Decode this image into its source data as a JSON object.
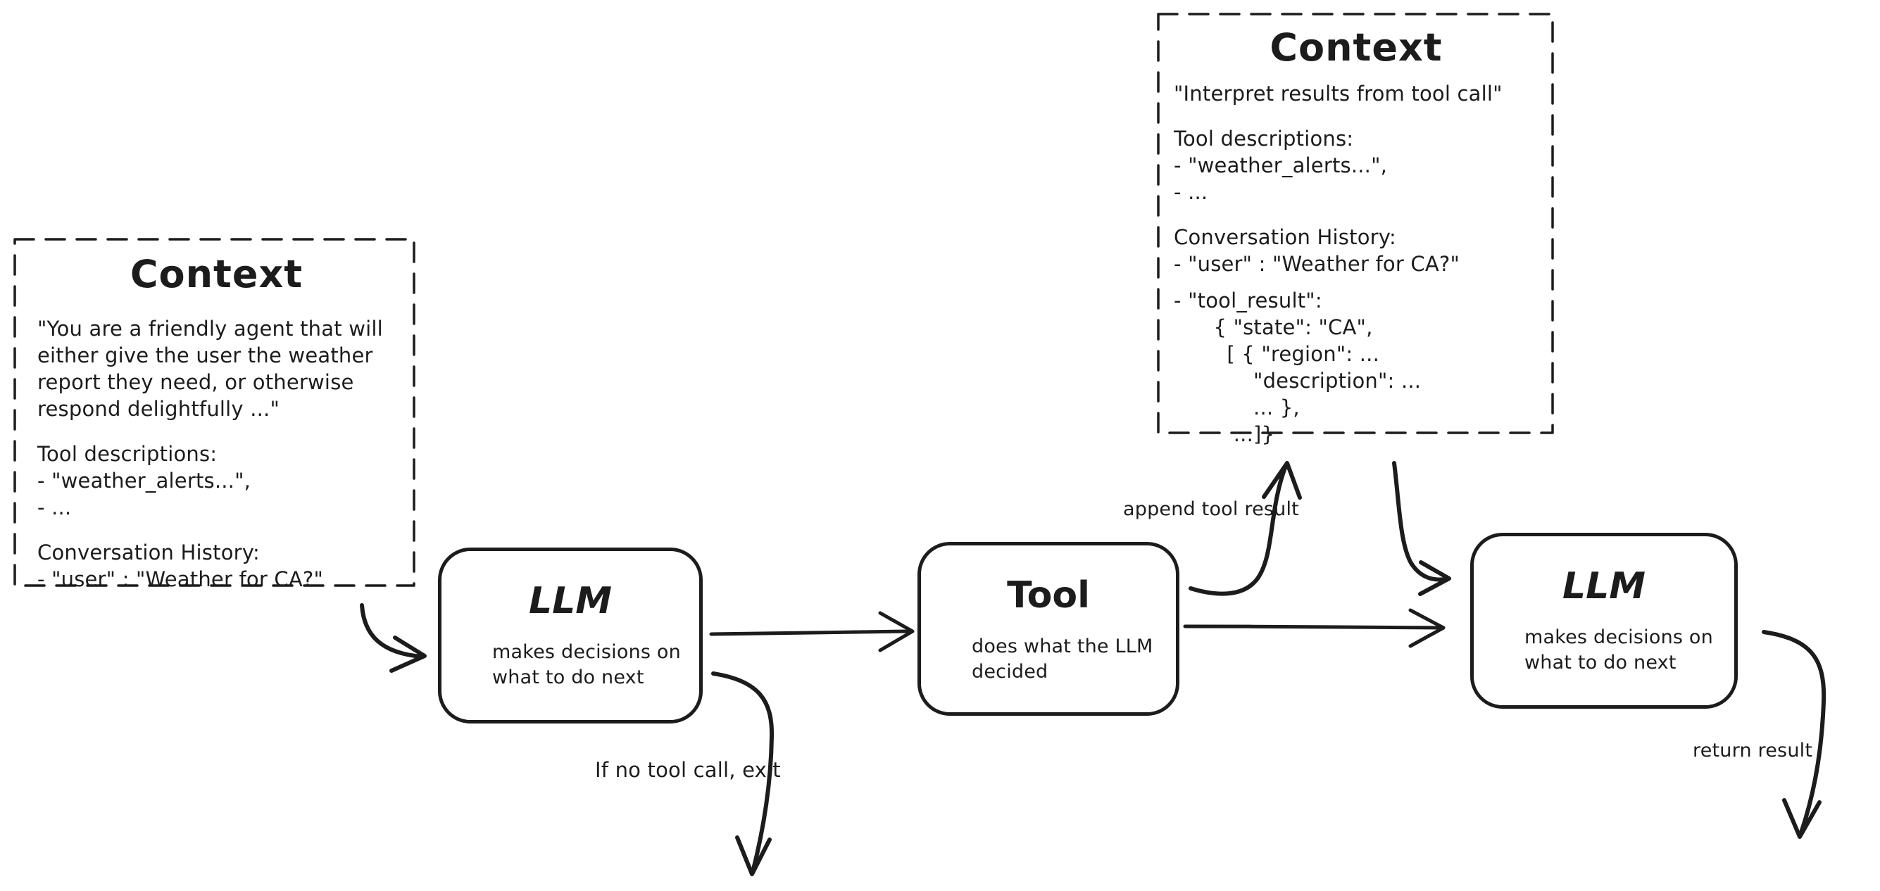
{
  "diagram": {
    "colors": {
      "stroke": "#1c1c1c",
      "background": "#ffffff"
    },
    "context_left": {
      "title": "Context",
      "system_prompt": "\"You are a friendly agent that will\neither give the user the weather\nreport they need, or otherwise\nrespond delightfully ...\"",
      "tool_descriptions": "Tool descriptions:\n- \"weather_alerts...\",\n- ...",
      "conversation_history": "Conversation History:\n- \"user\" : \"Weather for CA?\""
    },
    "context_right": {
      "title": "Context",
      "system_prompt": "\"Interpret results from tool call\"",
      "tool_descriptions": "Tool descriptions:\n- \"weather_alerts...\",\n- ...",
      "conversation_history": "Conversation History:\n- \"user\" : \"Weather for CA?\"",
      "tool_result": "- \"tool_result\":\n      { \"state\": \"CA\",\n        [ { \"region\": ...\n            \"description\": ...\n            ... },\n         ...]}"
    },
    "nodes": {
      "llm_1": {
        "title": "LLM",
        "description": "makes decisions on\nwhat to do next"
      },
      "tool": {
        "title": "Tool",
        "description": "does what the LLM\ndecided"
      },
      "llm_2": {
        "title": "LLM",
        "description": "makes decisions on\nwhat to do next"
      }
    },
    "edges": {
      "append_tool_result": "append tool result",
      "no_tool_call_exit": "If no tool call, exit",
      "return_result": "return result"
    }
  }
}
